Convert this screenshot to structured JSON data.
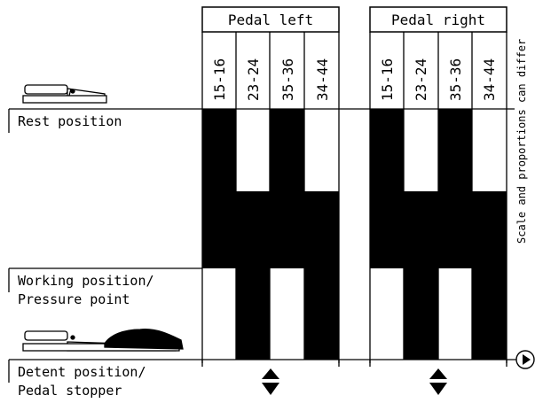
{
  "groups": [
    {
      "title": "Pedal left",
      "columns": [
        "15-16",
        "23-24",
        "35-36",
        "34-44"
      ]
    },
    {
      "title": "Pedal right",
      "columns": [
        "15-16",
        "23-24",
        "35-36",
        "34-44"
      ]
    }
  ],
  "positions": {
    "rest": "Rest position",
    "working_line1": "Working position/",
    "working_line2": "Pressure point",
    "detent_line1": "Detent position/",
    "detent_line2": "Pedal stopper"
  },
  "side_note": "Scale and proportions can differ",
  "contact_pattern": {
    "15-16": [
      "closed",
      "closed",
      "open"
    ],
    "23-24": [
      "open",
      "closed",
      "closed"
    ],
    "35-36": [
      "closed",
      "closed",
      "open"
    ],
    "34-44": [
      "open",
      "closed",
      "closed"
    ]
  },
  "colors": {
    "ink": "#000000",
    "paper": "#ffffff"
  },
  "icons": [
    "pedal-rest-icon",
    "pedal-pressed-icon",
    "double-arrow-icon",
    "play-circle-icon"
  ]
}
